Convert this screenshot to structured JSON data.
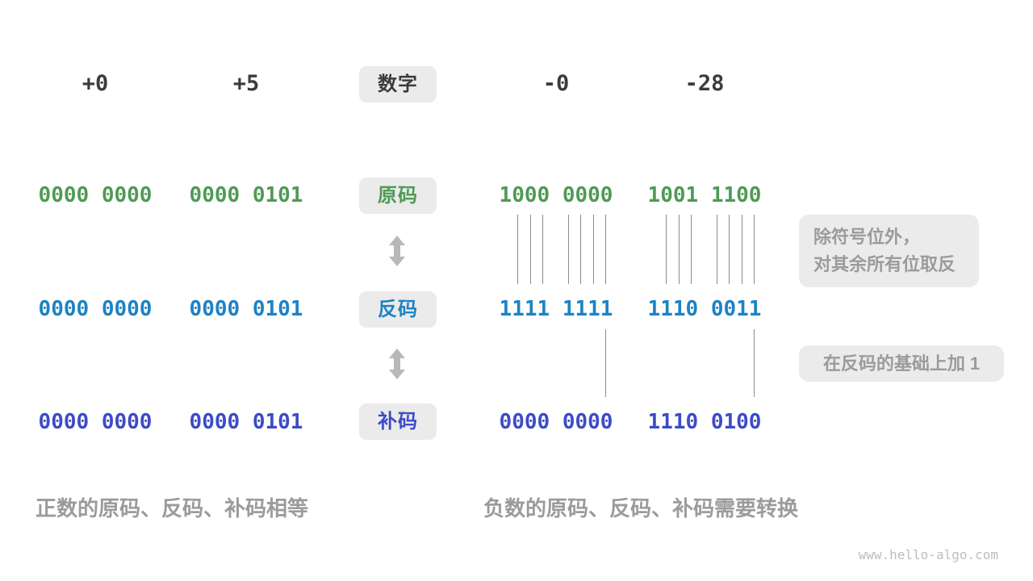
{
  "diagram_title": "sign-magnitude / ones-complement / twos-complement conversion",
  "columns": [
    {
      "label": "+0"
    },
    {
      "label": "+5"
    },
    {
      "label": "-0"
    },
    {
      "label": "-28"
    }
  ],
  "badges": {
    "number": "数字",
    "sign": "原码",
    "ones": "反码",
    "twos": "补码"
  },
  "rows": {
    "sign": {
      "values": [
        "0000 0000",
        "0000 0101",
        "1000 0000",
        "1001 1100"
      ]
    },
    "ones": {
      "values": [
        "0000 0000",
        "0000 0101",
        "1111 1111",
        "1110 0011"
      ]
    },
    "twos": {
      "values": [
        "0000 0000",
        "0000 0101",
        "0000 0000",
        "1110 0100"
      ]
    }
  },
  "annotations": {
    "invert": {
      "line1": "除符号位外，",
      "line2": "对其余所有位取反"
    },
    "add_one": "在反码的基础上加 1"
  },
  "captions": {
    "positive": "正数的原码、反码、补码相等",
    "negative": "负数的原码、反码、补码需要转换"
  },
  "watermark": "www.hello-algo.com",
  "colors": {
    "sign_green": "#4f9a55",
    "ones_blue": "#1e82c4",
    "twos_indigo": "#3c4bc8",
    "badge_bg": "#ebebeb",
    "dark_text": "#3b3b3b",
    "muted_text": "#9b9b9b",
    "tick_line": "#8c8c8c",
    "arrow_gray": "#b8b8b8",
    "watermark_gray": "#bdbdbd"
  }
}
